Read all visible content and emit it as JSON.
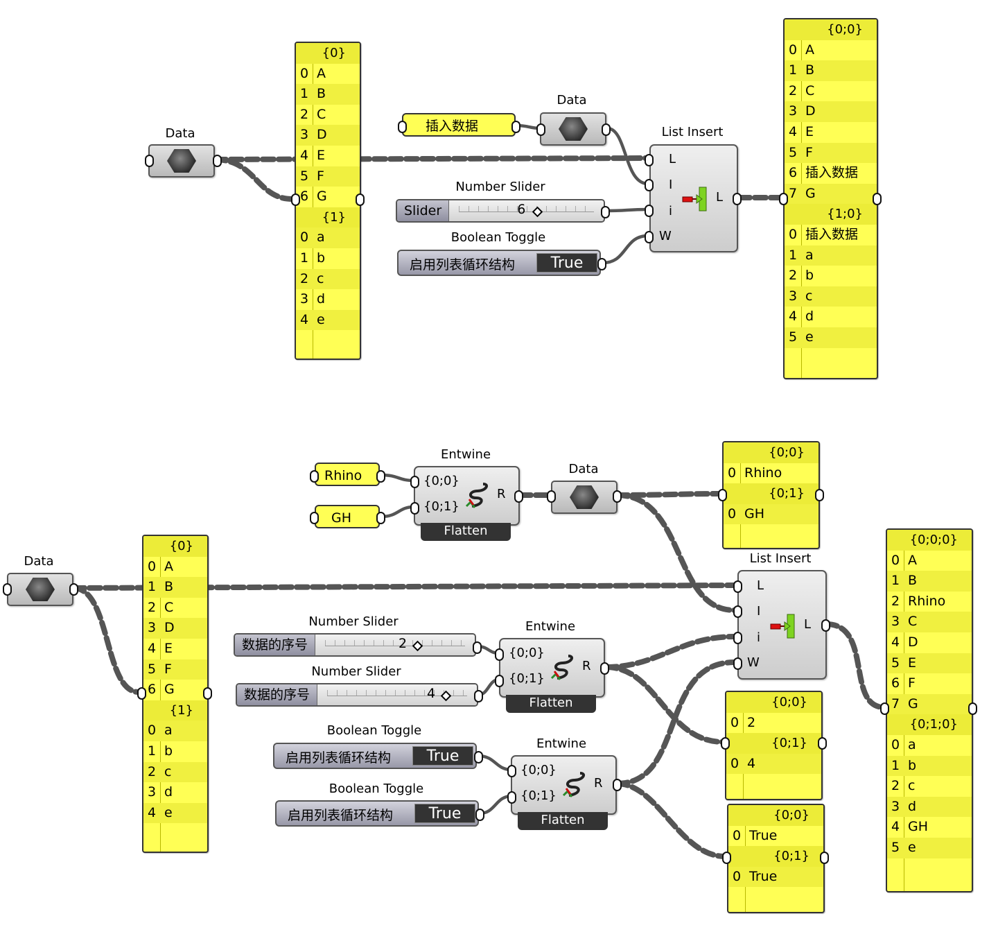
{
  "labels": {
    "data": "Data",
    "list_insert": "List Insert",
    "number_slider": "Number Slider",
    "boolean_toggle": "Boolean Toggle",
    "entwine": "Entwine",
    "flatten": "Flatten"
  },
  "ports": {
    "L": "L",
    "I": "I",
    "i": "i",
    "W": "W",
    "R": "R",
    "b00": "{0;0}",
    "b01": "{0;1}"
  },
  "top": {
    "input_panel": {
      "branches": [
        {
          "path": "{0}",
          "items": [
            "A",
            "B",
            "C",
            "D",
            "E",
            "F",
            "G"
          ]
        },
        {
          "path": "{1}",
          "items": [
            "a",
            "b",
            "c",
            "d",
            "e"
          ]
        }
      ]
    },
    "insert_text": "插入数据",
    "slider": {
      "name": "Slider",
      "value": "6"
    },
    "toggle": {
      "name": "启用列表循环结构",
      "state": "True"
    },
    "output_panel": {
      "branches": [
        {
          "path": "{0;0}",
          "items": [
            "A",
            "B",
            "C",
            "D",
            "E",
            "F",
            "插入数据",
            "G"
          ]
        },
        {
          "path": "{1;0}",
          "items": [
            "插入数据",
            "a",
            "b",
            "c",
            "d",
            "e"
          ]
        }
      ]
    }
  },
  "bottom": {
    "input_panel": {
      "branches": [
        {
          "path": "{0}",
          "items": [
            "A",
            "B",
            "C",
            "D",
            "E",
            "F",
            "G"
          ]
        },
        {
          "path": "{1}",
          "items": [
            "a",
            "b",
            "c",
            "d",
            "e"
          ]
        }
      ]
    },
    "text1": "Rhino",
    "text2": "GH",
    "slider1": {
      "name": "数据的序号",
      "value": "2"
    },
    "slider2": {
      "name": "数据的序号",
      "value": "4"
    },
    "toggle1": {
      "name": "启用列表循环结构",
      "state": "True"
    },
    "toggle2": {
      "name": "启用列表循环结构",
      "state": "True"
    },
    "data_panel": {
      "branches": [
        {
          "path": "{0;0}",
          "items": [
            "Rhino"
          ]
        },
        {
          "path": "{0;1}",
          "items": [
            "GH"
          ]
        }
      ]
    },
    "index_panel": {
      "branches": [
        {
          "path": "{0;0}",
          "items": [
            "2"
          ]
        },
        {
          "path": "{0;1}",
          "items": [
            "4"
          ]
        }
      ]
    },
    "wrap_panel": {
      "branches": [
        {
          "path": "{0;0}",
          "items": [
            "True"
          ]
        },
        {
          "path": "{0;1}",
          "items": [
            "True"
          ]
        }
      ]
    },
    "output_panel": {
      "branches": [
        {
          "path": "{0;0;0}",
          "items": [
            "A",
            "B",
            "Rhino",
            "C",
            "D",
            "E",
            "F",
            "G"
          ]
        },
        {
          "path": "{0;1;0}",
          "items": [
            "a",
            "b",
            "c",
            "d",
            "GH",
            "e"
          ]
        }
      ]
    }
  },
  "colors": {
    "panel": "#ffff55",
    "wire": "#666666",
    "flatten": "#333333",
    "toggle_state": "#333333"
  }
}
